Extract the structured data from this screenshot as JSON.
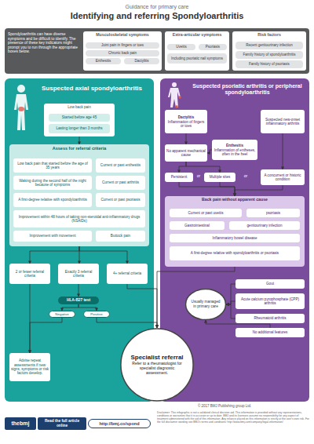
{
  "diagram": {
    "title": "Identifying and referring Spondyloarthritis",
    "nodes": [
      {
        "text": [
          "Spondyloarthritis can have diverse symptoms and be difficult to identify. The presence of these key indicators might prompt you to run through the appropriate boxes below."
        ]
      },
      {
        "text": [
          "Musculoskeletal symptoms"
        ],
        "in": 0
      },
      {
        "text": [
          "Joint pain in fingers or toes"
        ],
        "in": 1
      },
      {
        "text": [
          "Chronic back pain"
        ],
        "in": 1
      },
      {
        "text": [
          "Enthesitis"
        ],
        "in": 1
      },
      {
        "text": [
          "Dactylitis"
        ],
        "in": 1
      },
      {
        "text": [
          "Extra-articular symptoms"
        ],
        "in": 0
      },
      {
        "text": [
          "Uveitis"
        ],
        "in": 6
      },
      {
        "text": [
          "Psoriasis"
        ],
        "in": 6
      },
      {
        "text": [
          "Including psoriatic nail symptoms"
        ],
        "in": 6
      },
      {
        "text": [
          "Risk factors"
        ],
        "in": 0
      },
      {
        "text": [
          "Recent genitourinary infection"
        ],
        "in": 10
      },
      {
        "text": [
          "Family history of spondyloarthritis"
        ],
        "in": 10
      },
      {
        "text": [
          "Family history of psoriasis"
        ],
        "in": 10
      },
      {
        "text": [
          "Suspected axial spondyloarthritis"
        ]
      },
      {
        "text": [
          "Low back pain"
        ],
        "in": 14
      },
      {
        "text": [
          "Started before age 45"
        ],
        "in": 15
      },
      {
        "text": [
          "Lasting longer than 3 months"
        ],
        "in": 15
      },
      {
        "text": [
          "Assess for referral criteria"
        ],
        "in": 14
      },
      {
        "text": [
          "Low back pain that started before the age of 35 years"
        ],
        "in": 18
      },
      {
        "text": [
          "Current or past enthesitis"
        ],
        "in": 18
      },
      {
        "text": [
          "Waking during the second half of the night because of symptoms"
        ],
        "in": 18
      },
      {
        "text": [
          "Current or past arthritis"
        ],
        "in": 18
      },
      {
        "text": [
          "A first-degree relative with spondyloarthritis"
        ],
        "in": 18
      },
      {
        "text": [
          "Current or past psoriasis"
        ],
        "in": 18
      },
      {
        "text": [
          "Improvement within 48 hours of taking non-steroidal anti-inflammatory drugs (NSAIDs)"
        ],
        "in": 18
      },
      {
        "text": [
          "Improvement with movement"
        ],
        "in": 18
      },
      {
        "text": [
          "Buttock pain"
        ],
        "in": 18
      },
      {
        "text": [
          "2 or fewer referral criteria"
        ],
        "in": 14
      },
      {
        "text": [
          "Exactly 3 referral criteria"
        ],
        "in": 14
      },
      {
        "text": [
          "4+ referral criteria"
        ],
        "in": 14
      },
      {
        "text": [
          "HLA-B27 test"
        ],
        "in": 14
      },
      {
        "text": [
          "Negative"
        ],
        "in": 14
      },
      {
        "text": [
          "Positive"
        ],
        "in": 14
      },
      {
        "text": [
          "Advise repeat assessments if new signs, symptoms or risk factors develop."
        ],
        "in": 14
      },
      {
        "text": [
          "Suspected psoriatic arthritis or peripheral spondyloarthritis"
        ]
      },
      {
        "text": [
          "Dactylitis",
          "Inflammation of fingers or toes"
        ],
        "in": 35
      },
      {
        "text": [
          "Suspected new-onset inflammatory arthritis"
        ],
        "in": 35
      },
      {
        "text": [
          "Enthesitis",
          "Inflammation of entheses, often in the heel"
        ],
        "in": 35
      },
      {
        "text": [
          "No apparent mechanical cause"
        ],
        "in": 35
      },
      {
        "text": [
          "Persistent"
        ],
        "in": 35
      },
      {
        "text": [
          "Multiple sites"
        ],
        "in": 35
      },
      {
        "text": [
          "A concurrent or historic condition"
        ],
        "in": 35
      },
      {
        "text": [
          "Back pain without apparent cause"
        ],
        "in": 35
      },
      {
        "text": [
          "Current or past uveitis"
        ],
        "in": 43
      },
      {
        "text": [
          "psoriasis"
        ],
        "in": 43
      },
      {
        "text": [
          "Gastrointestinal"
        ],
        "in": 43
      },
      {
        "text": [
          "genitourinary infection"
        ],
        "in": 43
      },
      {
        "text": [
          "Inflammatory bowel disease"
        ],
        "in": 43
      },
      {
        "text": [
          "A first-degree relative with spondyloarthritis or psoriasis"
        ],
        "in": 43
      },
      {
        "text": [
          "Usually managed in primary care"
        ]
      },
      {
        "text": [
          "Gout"
        ],
        "in": 35
      },
      {
        "text": [
          "Acute calcium pyrophosphate (CPP) arthritis"
        ],
        "in": 35
      },
      {
        "text": [
          "Rheumatoid arthritis"
        ],
        "in": 35
      },
      {
        "text": [
          "No additional features"
        ],
        "in": 35
      },
      {
        "text": [
          "Specialist referral",
          "Refer to a rheumatologist for specialist diagnostic assessment."
        ]
      },
      {
        "text": [
          "Read the full article online"
        ]
      },
      {
        "text": [
          "http://bmj.co/spond"
        ]
      }
    ],
    "edges": [
      {
        "from": 15,
        "to": 18,
        "arrow": "to"
      },
      {
        "from": 18,
        "to": 28,
        "arrow": "to"
      },
      {
        "from": 18,
        "to": 29,
        "arrow": "to"
      },
      {
        "from": 18,
        "to": 30,
        "arrow": "to"
      },
      {
        "from": 28,
        "to": 34,
        "arrow": "to"
      },
      {
        "from": 29,
        "to": 31,
        "arrow": "to"
      },
      {
        "from": 31,
        "to": 32,
        "arrow": "to"
      },
      {
        "from": 31,
        "to": 33,
        "arrow": "to"
      },
      {
        "from": 32,
        "to": 34,
        "arrow": "to"
      },
      {
        "from": 33,
        "to": 55,
        "arrow": "to"
      },
      {
        "from": 30,
        "to": 55,
        "arrow": "to"
      },
      {
        "from": 36,
        "to": 39,
        "arrow": "to"
      },
      {
        "from": 38,
        "to": 39,
        "arrow": "to"
      },
      {
        "from": 39,
        "to": 40,
        "arrow": "to"
      },
      {
        "from": 39,
        "to": 41,
        "arrow": "to"
      },
      {
        "from": 37,
        "to": 42,
        "arrow": "to"
      },
      {
        "from": 40,
        "to": 43,
        "arrow": "to"
      },
      {
        "from": 41,
        "to": 43,
        "arrow": "to"
      },
      {
        "from": 42,
        "to": 43,
        "arrow": "to"
      },
      {
        "from": 43,
        "to": 55,
        "arrow": "to"
      },
      {
        "from": 51,
        "to": 50,
        "arrow": "to"
      },
      {
        "from": 52,
        "to": 50,
        "arrow": "to"
      },
      {
        "from": 53,
        "to": 50,
        "arrow": "to"
      },
      {
        "from": 54,
        "to": 50,
        "arrow": "to"
      }
    ],
    "labels": [
      "Guidance for primary care",
      "or",
      "or",
      "thebmj",
      "© 2017 BMJ Publishing group Ltd.",
      "Disclaimer: This infographic is not a validated clinical decision aid. This information is provided without any representations, conditions or warranties that it is accurate or up to date. BMJ and its licensors assume no responsibility for any aspect of treatment administered with the aid of this information. Any reliance placed on this information is strictly at the user's own risk. For the full disclaimer wording see BMJ's terms and conditions: http://www.bmj.com/company/legal-information/"
    ]
  }
}
